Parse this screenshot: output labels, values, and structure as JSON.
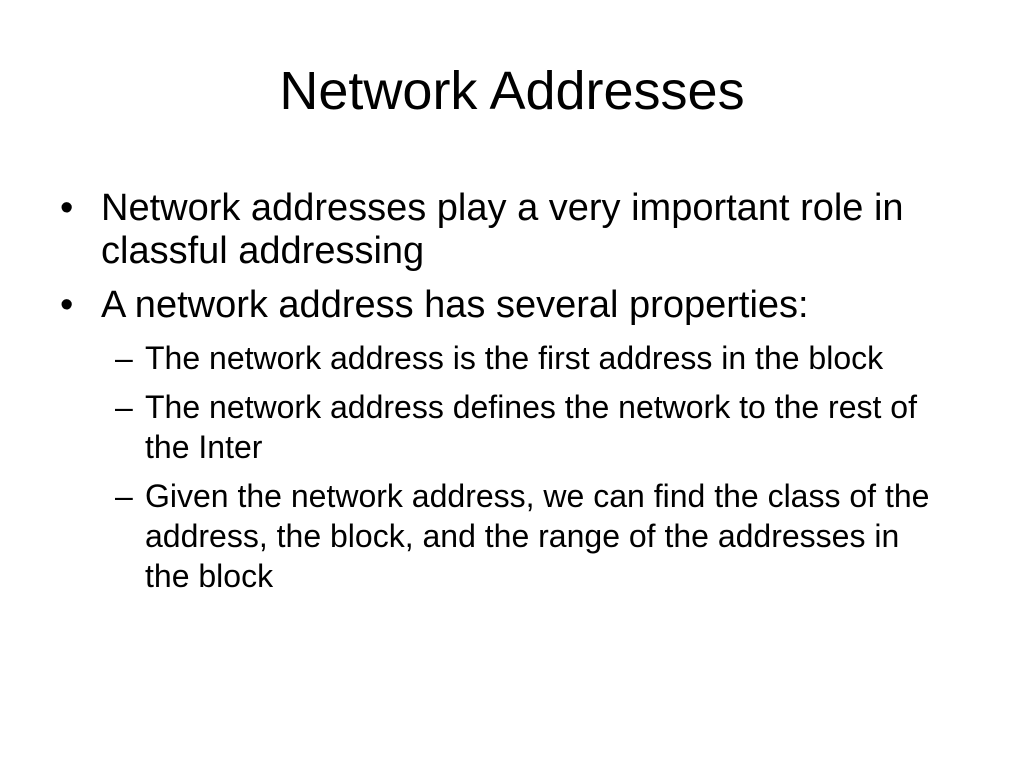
{
  "slide": {
    "title": "Network Addresses",
    "bullets": [
      {
        "marker": "•",
        "text": "Network addresses play a very important role in classful addressing"
      },
      {
        "marker": "•",
        "text": "A network address has several properties:",
        "sub_bullets": [
          {
            "marker": "–",
            "text": "The network address is the first address in the block"
          },
          {
            "marker": "–",
            "text": "The network address defines the network to the rest of the Inter"
          },
          {
            "marker": "–",
            "text": "Given the network address, we can find the class of the address, the block, and the range of the addresses in the block"
          }
        ]
      }
    ]
  }
}
